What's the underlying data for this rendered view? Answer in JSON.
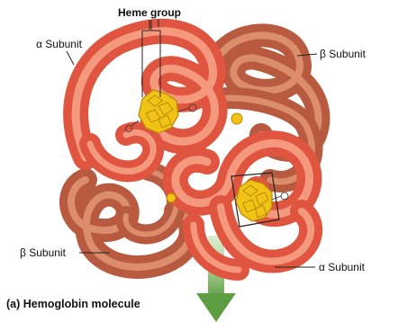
{
  "labels": {
    "heme_group": "Heme group",
    "alpha_top": "α Subunit",
    "beta_top": "β Subunit",
    "beta_bottom": "β Subunit",
    "alpha_bottom": "α Subunit"
  },
  "caption": {
    "part": "(a)",
    "text": "Hemoglobin molecule"
  },
  "colors": {
    "alpha_chain": "#e8604a",
    "alpha_chain_highlight": "#f7a48a",
    "beta_chain": "#c8674a",
    "beta_chain_highlight": "#e49a78",
    "heme": "#f2c317",
    "heme_outline": "#b88a00",
    "arrow": "#6aa84f"
  }
}
